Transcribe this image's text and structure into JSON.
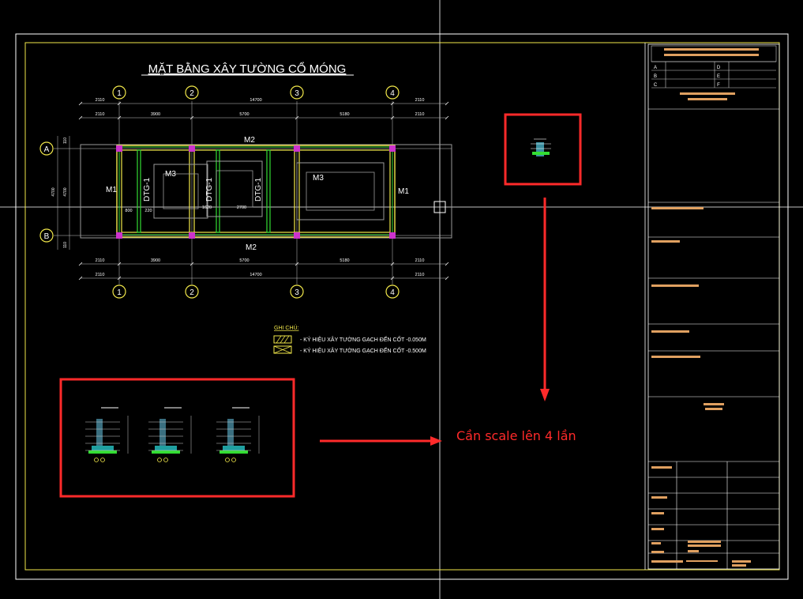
{
  "drawing": {
    "title": "MẶT BẰNG XÂY TƯỜNG CỔ MÓNG",
    "axes_numbers": [
      "1",
      "2",
      "3",
      "4"
    ],
    "axes_letters": [
      "A",
      "B"
    ],
    "dims_top_overall": [
      "2110",
      "14700",
      "2110"
    ],
    "dims_top_spans": [
      "2110",
      "3900",
      "5700",
      "5180",
      "2110"
    ],
    "dims_bottom_spans": [
      "2110",
      "3900",
      "5700",
      "5180",
      "2110"
    ],
    "dims_bottom_overall": [
      "2110",
      "14700",
      "2110"
    ],
    "dims_left": [
      "110",
      "4700",
      "4700",
      "110"
    ],
    "beam_labels": {
      "top": "M2",
      "bottom": "M2",
      "left": "M1",
      "right": "M1"
    },
    "room_labels": [
      "M3",
      "M3"
    ],
    "wall_labels": [
      "DTG-1",
      "DTG-1",
      "DTG-1"
    ],
    "inner_dims": [
      "800",
      "220",
      "1620",
      "2700"
    ],
    "legend": {
      "title": "GHI CHÚ:",
      "items": [
        "- KÝ HIỆU XÂY TƯỜNG GẠCH ĐẾN CỐT -0.050M",
        "- KÝ HIỆU XÂY TƯỜNG GẠCH ĐẾN CỐT -0.500M"
      ]
    }
  },
  "annotation": {
    "note": "Cần scale lên 4 lần",
    "color": "#ff2a2a"
  },
  "title_block": {
    "revision_rows": [
      "A",
      "B",
      "C"
    ],
    "revision_right": [
      "D",
      "E",
      "F"
    ],
    "accent": "#e0a060"
  },
  "colors": {
    "frame": "#f2e84a",
    "axis_circle": "#f2e84a",
    "wall": "#f2e84a",
    "green": "#33dd33",
    "magenta": "#cc33cc",
    "grid": "#c8c8c8"
  }
}
